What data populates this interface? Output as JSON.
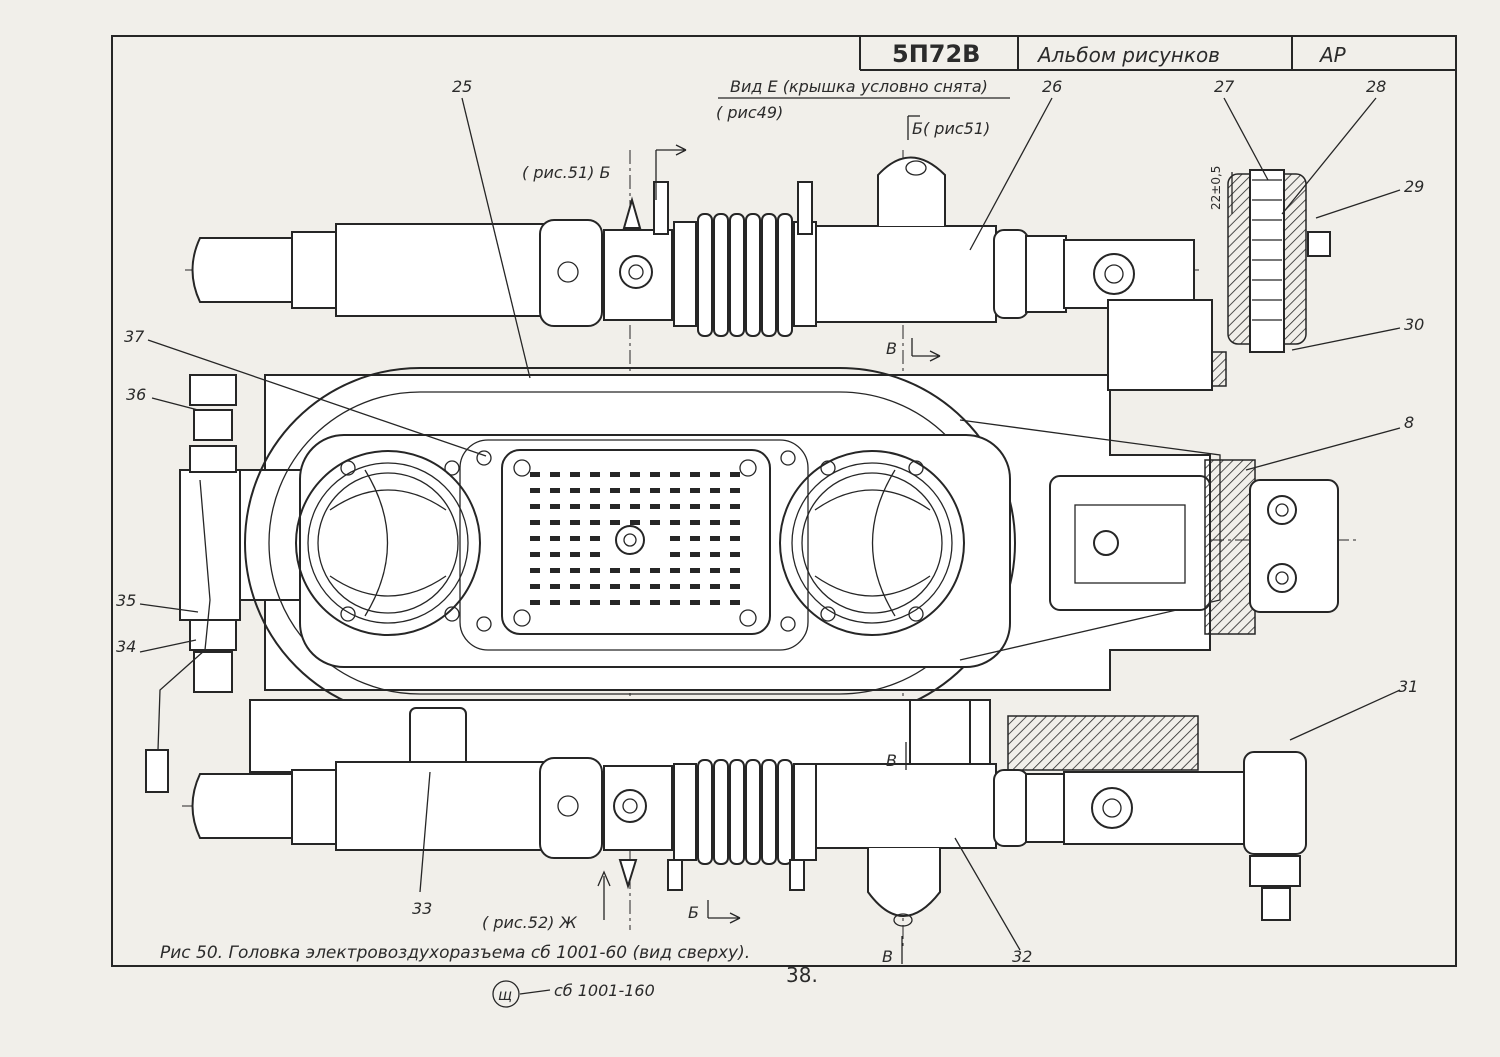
{
  "title_block": {
    "code": "5П72В",
    "album": "Альбом рисунков",
    "mark": "АР"
  },
  "view_note": {
    "line1": "Вид Е (крышка условно снята)",
    "line2": "( рис49)"
  },
  "section_refs": {
    "b_top": "Б( рис51)",
    "b_side": "( рис.51) Б",
    "zh": "( рис.52) Ж",
    "v_mid": "В",
    "b_bottom": "Б",
    "v_low": "В",
    "v_bottom": "В",
    "dim": "22±0,5"
  },
  "callouts": [
    "25",
    "26",
    "27",
    "28",
    "29",
    "30",
    "8",
    "31",
    "32",
    "33",
    "34",
    "35",
    "36",
    "37"
  ],
  "caption": "Рис 50. Головка электровоздухоразъема сб 1001-60 (вид сверху).",
  "page_number": "38.",
  "stamp": {
    "mark": "щ",
    "code": "сб 1001-160"
  }
}
